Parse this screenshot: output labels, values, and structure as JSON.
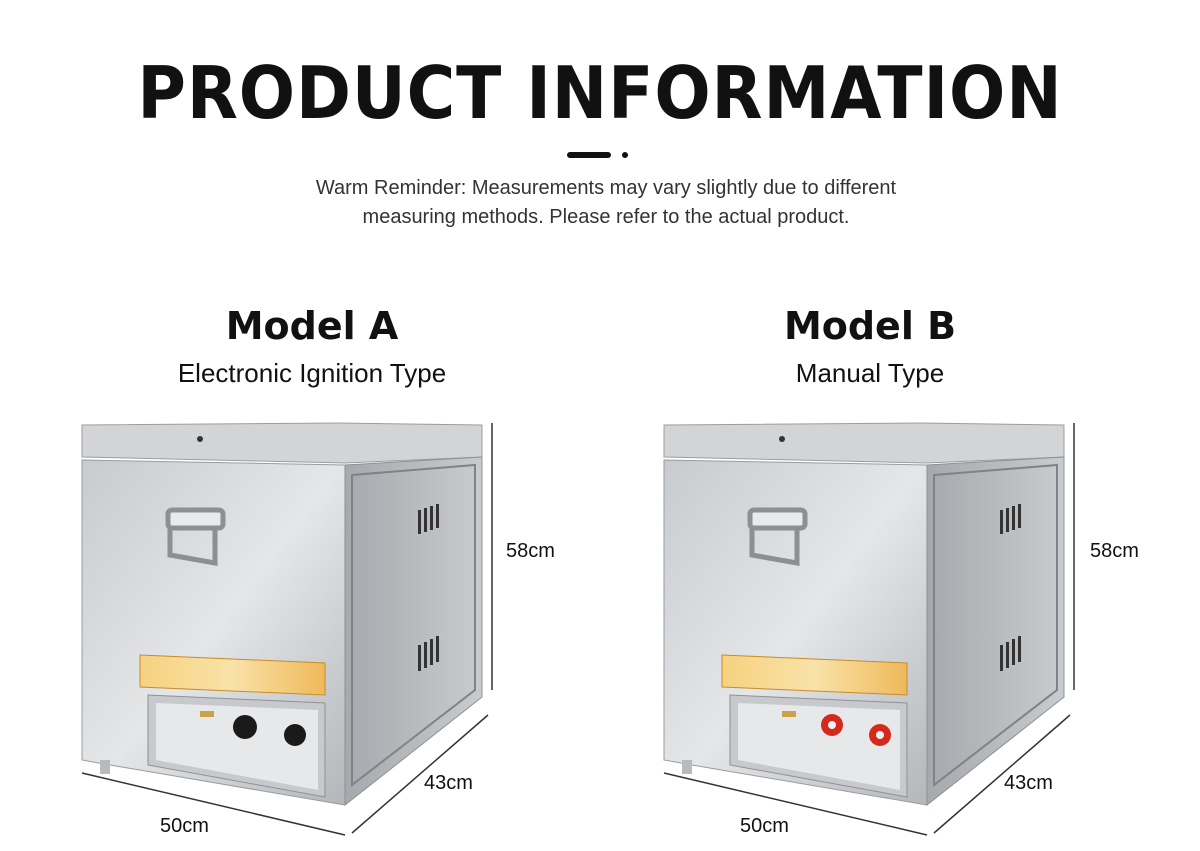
{
  "header": {
    "title": "PRODUCT INFORMATION",
    "reminder_line1": "Warm Reminder: Measurements may vary slightly due to different",
    "reminder_line2": "measuring methods. Please refer to the actual product."
  },
  "models": [
    {
      "name": "Model A",
      "type": "Electronic Ignition Type",
      "height": "58cm",
      "depth": "43cm",
      "width": "50cm",
      "knob_color": "#1a1a1a"
    },
    {
      "name": "Model B",
      "type": "Manual Type",
      "height": "58cm",
      "depth": "43cm",
      "width": "50cm",
      "knob_color": "#d42a1e"
    }
  ],
  "colors": {
    "steel_light": "#d9dbdd",
    "steel_mid": "#b9bcbf",
    "steel_dark": "#8d9094",
    "control_panel": "#f3c46a"
  }
}
